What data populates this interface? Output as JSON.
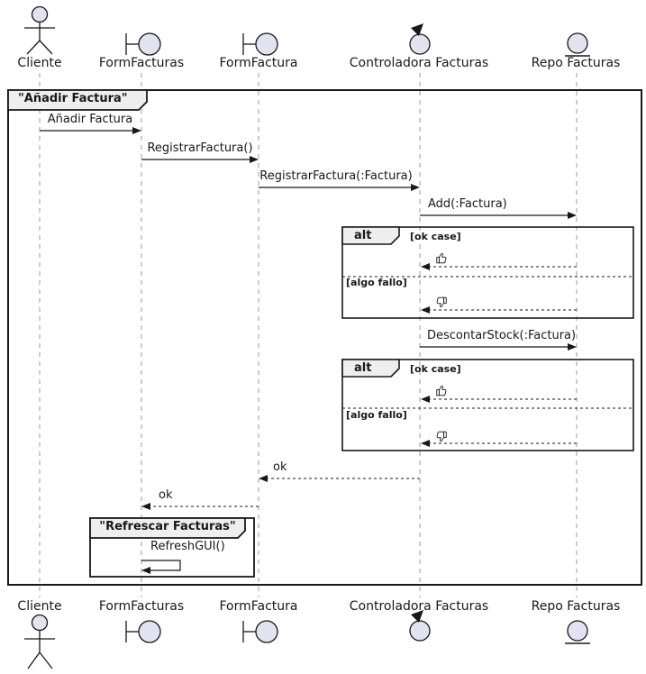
{
  "diagram_kind": "uml-sequence-diagram",
  "participants": [
    {
      "label": "Cliente",
      "kind": "actor"
    },
    {
      "label": "FormFacturas",
      "kind": "boundary"
    },
    {
      "label": "FormFactura",
      "kind": "boundary"
    },
    {
      "label": "Controladora Facturas",
      "kind": "control"
    },
    {
      "label": "Repo Facturas",
      "kind": "entity"
    }
  ],
  "frames": [
    {
      "title": "\"Añadir Factura\""
    },
    {
      "title": "\"Refrescar Facturas\""
    }
  ],
  "fragments": [
    {
      "operator": "alt",
      "guards": [
        "[ok case]",
        "[algo fallo]"
      ],
      "responses": [
        "thumbs-up",
        "thumbs-down"
      ]
    },
    {
      "operator": "alt",
      "guards": [
        "[ok case]",
        "[algo fallo]"
      ],
      "responses": [
        "thumbs-up",
        "thumbs-down"
      ]
    }
  ],
  "messages": [
    {
      "text": "Añadir Factura",
      "from": "Cliente",
      "to": "FormFacturas",
      "style": "solid"
    },
    {
      "text": "RegistrarFactura()",
      "from": "FormFacturas",
      "to": "FormFactura",
      "style": "solid"
    },
    {
      "text": "RegistrarFactura(:Factura)",
      "from": "FormFactura",
      "to": "Controladora Facturas",
      "style": "solid"
    },
    {
      "text": "Add(:Factura)",
      "from": "Controladora Facturas",
      "to": "Repo Facturas",
      "style": "solid"
    },
    {
      "text": "DescontarStock(:Factura)",
      "from": "Controladora Facturas",
      "to": "Repo Facturas",
      "style": "solid"
    },
    {
      "text": "ok",
      "from": "Controladora Facturas",
      "to": "FormFactura",
      "style": "dashed"
    },
    {
      "text": "ok",
      "from": "FormFactura",
      "to": "FormFacturas",
      "style": "dashed"
    },
    {
      "text": "RefreshGUI()",
      "from": "FormFacturas",
      "to": "FormFacturas",
      "style": "self"
    }
  ],
  "colors": {
    "participant_fill": "#E2E2F0",
    "line": "#181818",
    "lifeline": "#999999",
    "frame_header_fill": "#EEEEEE"
  }
}
